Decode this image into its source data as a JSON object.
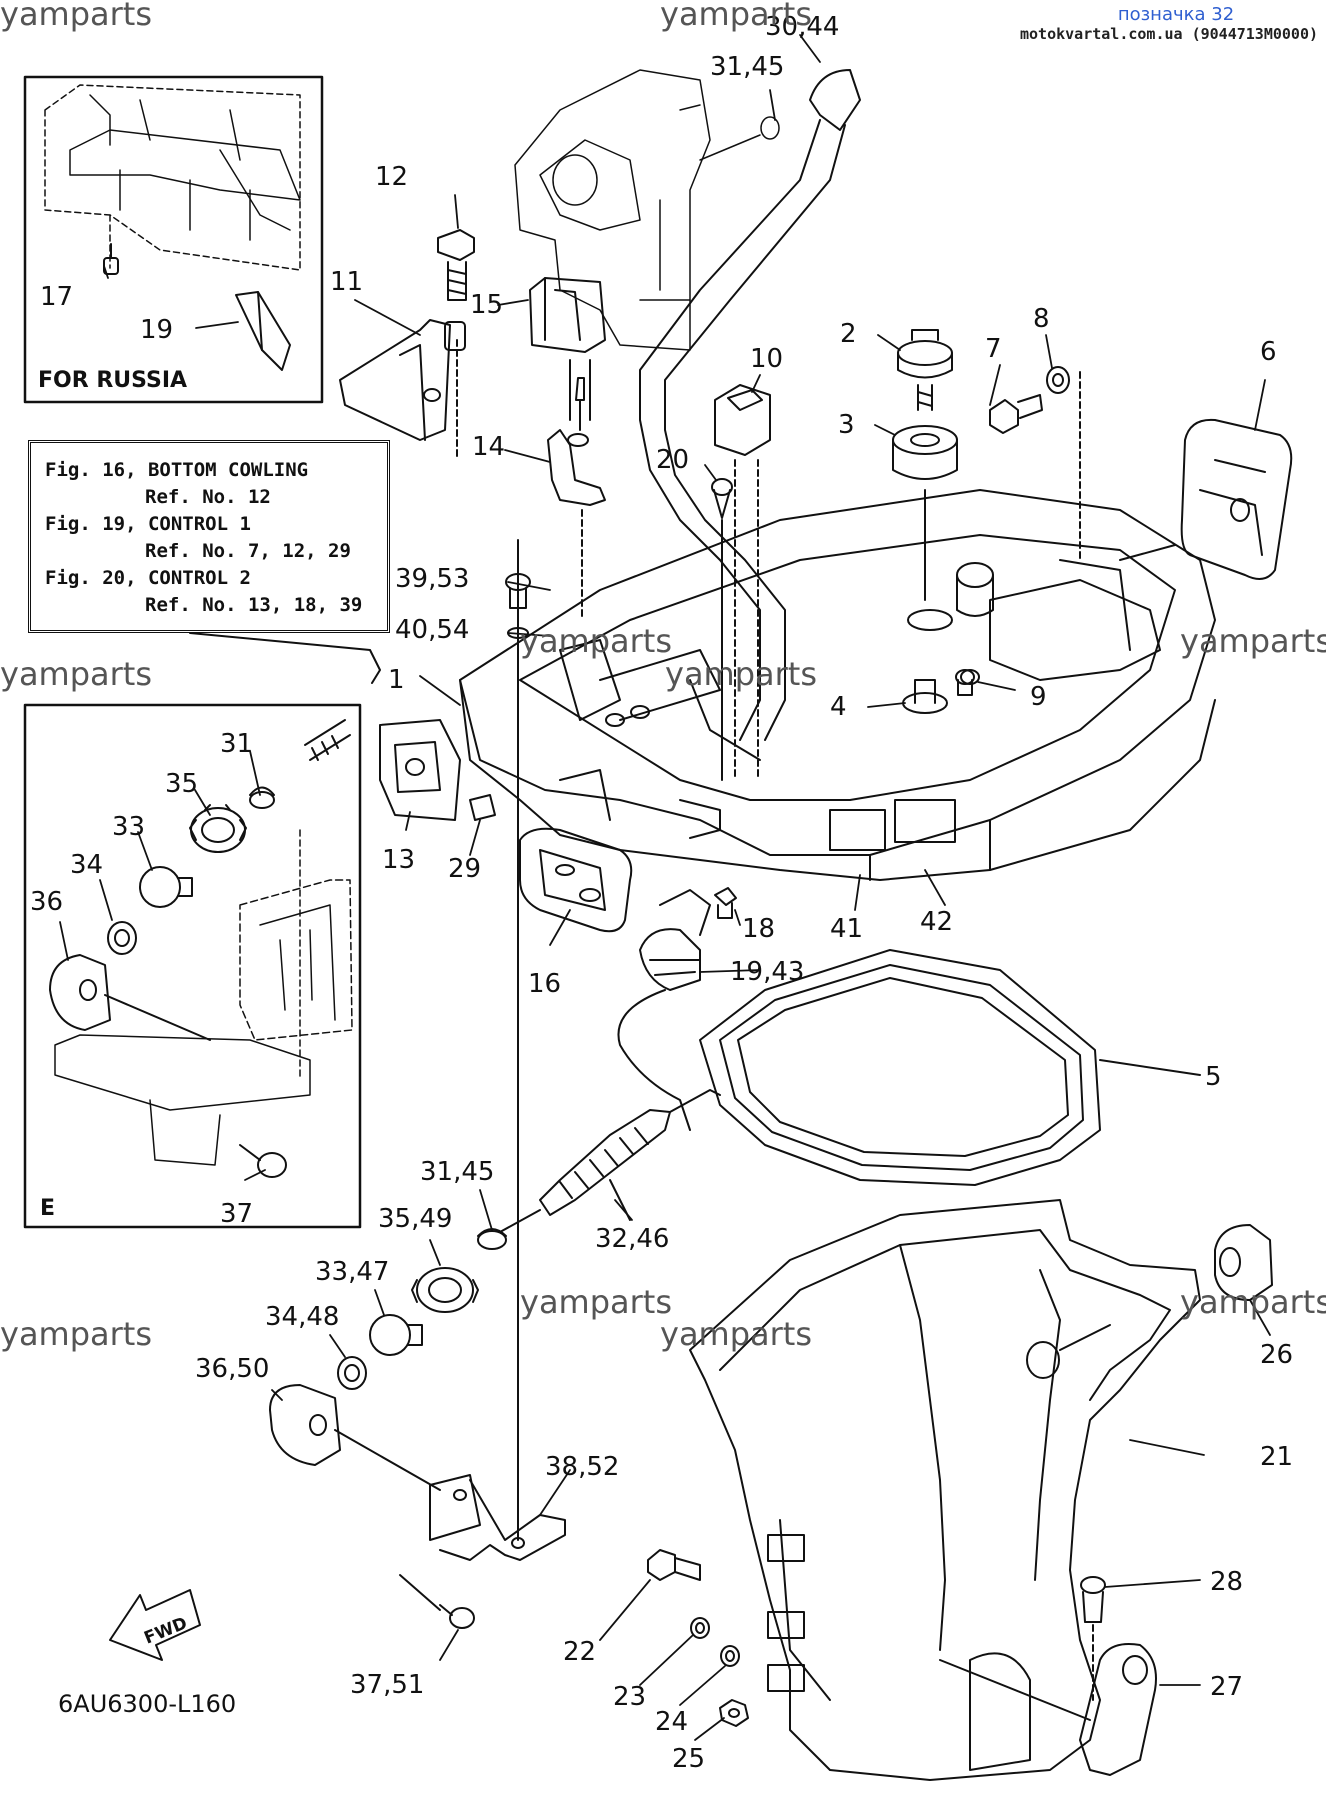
{
  "header": {
    "ref_note": "позначка 32",
    "site": "motokvartal.com.ua (9044713M0000)"
  },
  "watermark": "yamparts",
  "inset_russia": {
    "title": "FOR RUSSIA"
  },
  "inset_e": {
    "title": "E"
  },
  "ref_box": {
    "lines": [
      "Fig. 16, BOTTOM COWLING",
      "Ref. No. 12",
      "Fig. 19, CONTROL 1",
      "Ref. No. 7, 12, 29",
      "Fig. 20, CONTROL 2",
      "Ref. No. 13, 18, 39"
    ]
  },
  "fwd_label": "FWD",
  "diagram_code": "6AU6300-L160",
  "part_labels": {
    "p1": "1",
    "p2": "2",
    "p3": "3",
    "p4": "4",
    "p5": "5",
    "p6": "6",
    "p7": "7",
    "p8": "8",
    "p9": "9",
    "p10": "10",
    "p11": "11",
    "p12": "12",
    "p13": "13",
    "p14": "14",
    "p15": "15",
    "p16": "16",
    "p17": "17",
    "p18": "18",
    "p19": "19",
    "p19_43": "19,43",
    "p20": "20",
    "p21": "21",
    "p22": "22",
    "p23": "23",
    "p24": "24",
    "p25": "25",
    "p26": "26",
    "p27": "27",
    "p28": "28",
    "p29": "29",
    "p30_44": "30,44",
    "p31": "31",
    "p31_45a": "31,45",
    "p31_45b": "31,45",
    "p32_46": "32,46",
    "p33": "33",
    "p33_47": "33,47",
    "p34": "34",
    "p34_48": "34,48",
    "p35": "35",
    "p35_49": "35,49",
    "p36": "36",
    "p36_50": "36,50",
    "p37": "37",
    "p37_51": "37,51",
    "p38_52": "38,52",
    "p39_53": "39,53",
    "p40_54": "40,54",
    "p41": "41",
    "p42": "42"
  }
}
